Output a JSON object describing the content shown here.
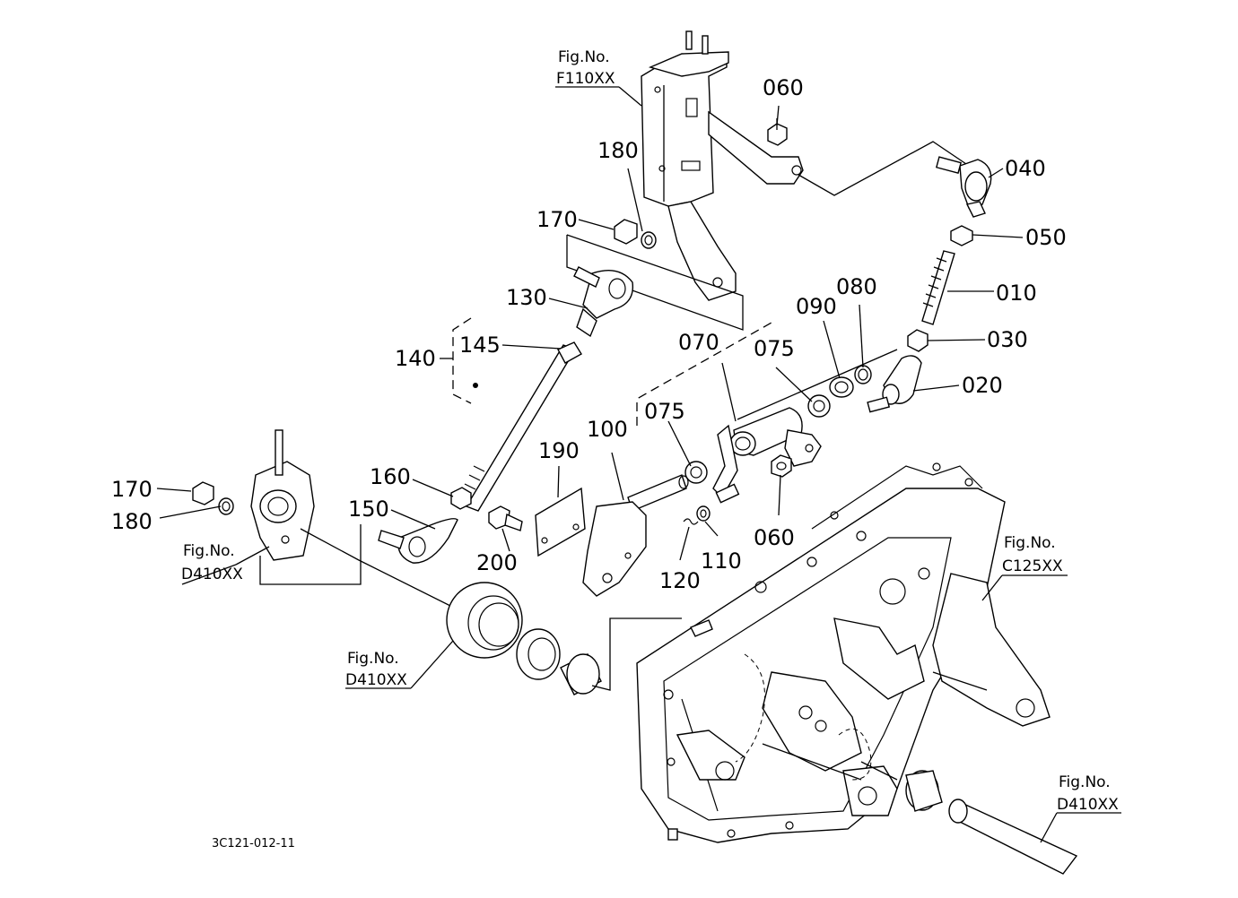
{
  "diagram_code": "3C121-012-11",
  "part_labels": {
    "p010": "010",
    "p020": "020",
    "p030": "030",
    "p040": "040",
    "p050": "050",
    "p060_top": "060",
    "p060_mid": "060",
    "p070": "070",
    "p075_a": "075",
    "p075_b": "075",
    "p080": "080",
    "p090": "090",
    "p100": "100",
    "p110": "110",
    "p120": "120",
    "p130": "130",
    "p140": "140",
    "p145": "145",
    "p150": "150",
    "p160": "160",
    "p170_a": "170",
    "p170_b": "170",
    "p180_a": "180",
    "p180_b": "180",
    "p190": "190",
    "p200": "200"
  },
  "figure_refs": {
    "f110": {
      "title": "Fig.No.",
      "code": "F110XX"
    },
    "d410_left": {
      "title": "Fig.No.",
      "code": "D410XX"
    },
    "d410_mid": {
      "title": "Fig.No.",
      "code": "D410XX"
    },
    "c125": {
      "title": "Fig.No.",
      "code": "C125XX"
    },
    "d410_right": {
      "title": "Fig.No.",
      "code": "D410XX"
    }
  }
}
